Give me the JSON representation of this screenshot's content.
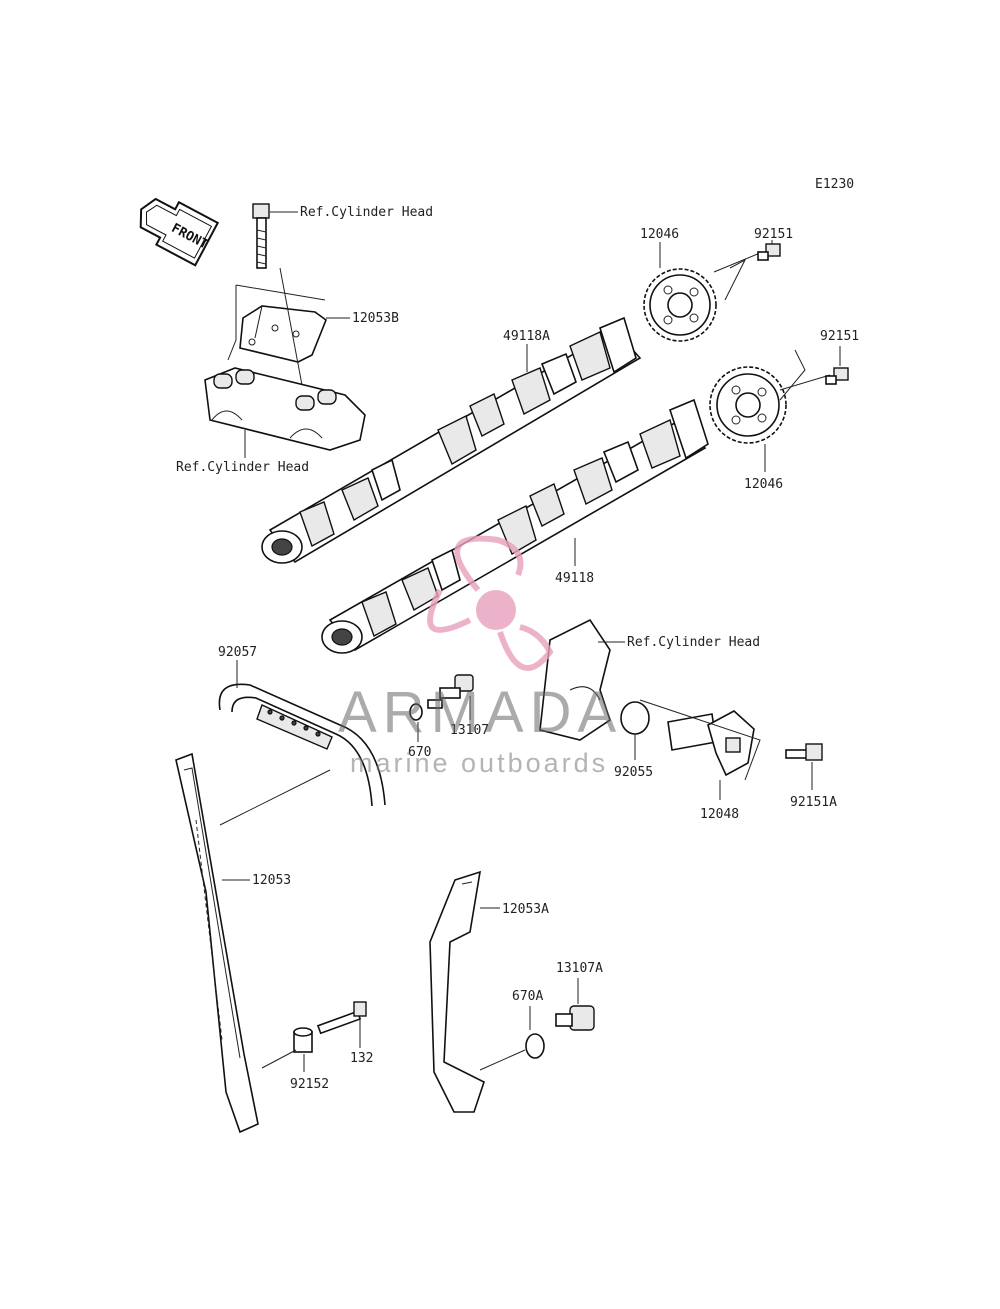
{
  "diagram_code": "E1230",
  "front_badge": "FRONT",
  "labels": {
    "ref_cylinder_head_top": "Ref.Cylinder Head",
    "ref_cylinder_head_left": "Ref.Cylinder Head",
    "ref_cylinder_head_right": "Ref.Cylinder Head",
    "p12053B": "12053B",
    "p12046_top": "12046",
    "p92151_top": "92151",
    "p92151_mid": "92151",
    "p12046_mid": "12046",
    "p49118A": "49118A",
    "p49118": "49118",
    "p92057": "92057",
    "p13107": "13107",
    "p670": "670",
    "p92055": "92055",
    "p12048": "12048",
    "p92151A": "92151A",
    "p12053": "12053",
    "p12053A": "12053A",
    "p13107A": "13107A",
    "p670A": "670A",
    "p132": "132",
    "p92152": "92152"
  },
  "watermark": {
    "brand": "ARMADA",
    "tagline": "marine outboards",
    "color": "#e8a0bc"
  }
}
